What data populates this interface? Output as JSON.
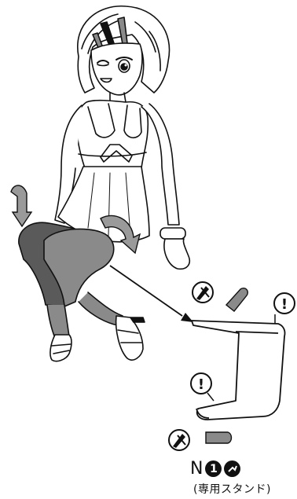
{
  "part_label": {
    "letter": "N",
    "number": "1",
    "subtitle": "(専用スタンド)"
  },
  "icons": {
    "warning_glyph": "!",
    "part_number_icon": "number-1-circle-icon",
    "cutter_icon": "nipper-icon",
    "sprue_icon": "sprue-icon"
  },
  "colors": {
    "line": "#111111",
    "skin": "#ffffff",
    "stocking": "#8a8a8a",
    "stocking_dark": "#5a5a5a",
    "arrow_fill": "#9a9a9a",
    "stand": "#ffffff"
  }
}
